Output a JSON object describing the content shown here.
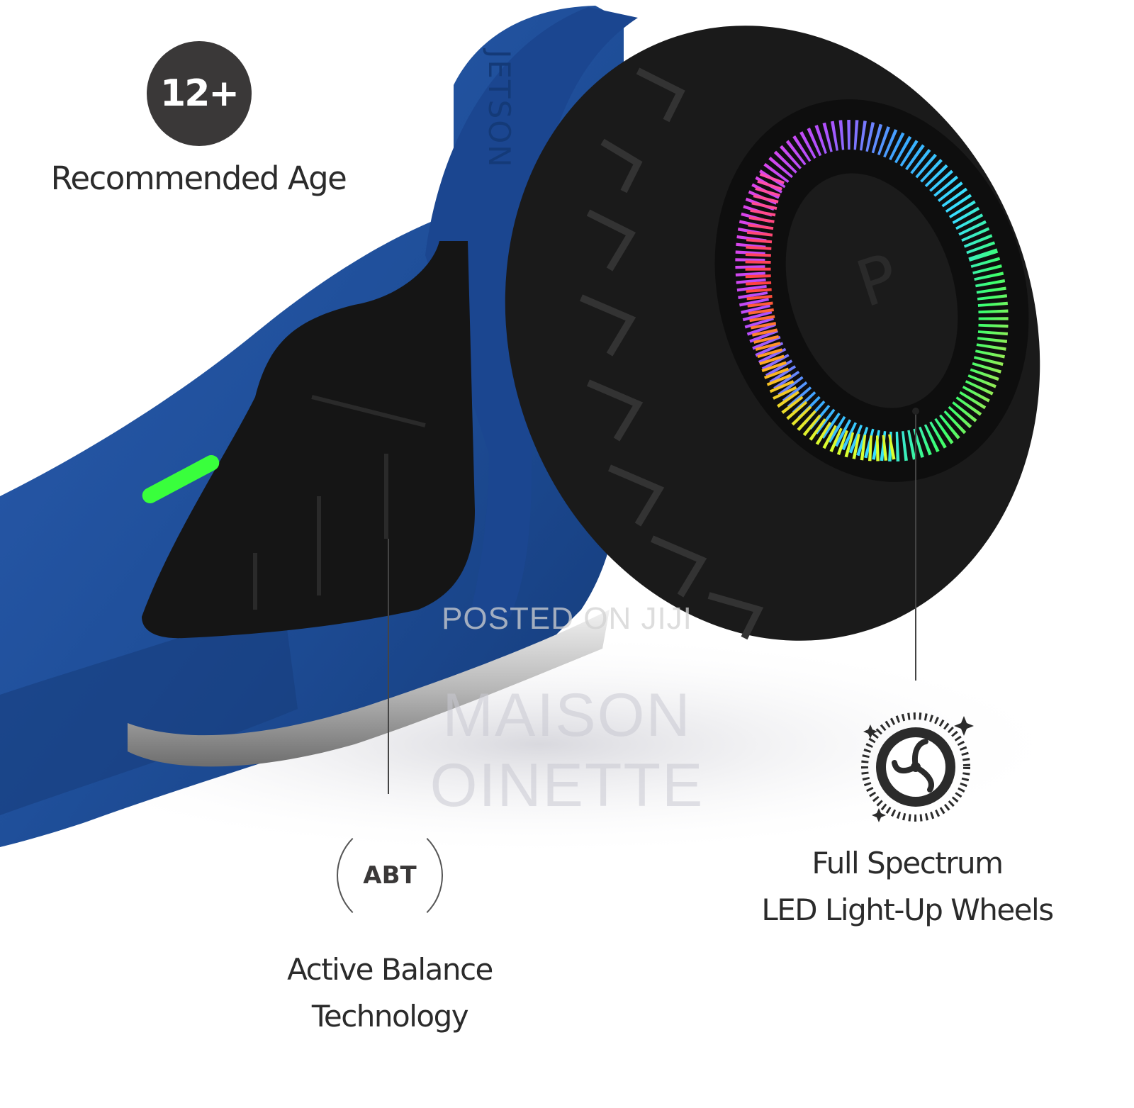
{
  "badge": {
    "age": "12+",
    "caption": "Recommended Age"
  },
  "abt": {
    "icon_text": "ABT",
    "caption_line1": "Active Balance",
    "caption_line2": "Technology"
  },
  "led": {
    "caption_line1": "Full Spectrum",
    "caption_line2": "LED Light-Up Wheels"
  },
  "hoverboard": {
    "brand_text": "JETSON",
    "hub_letter": "P"
  },
  "watermark": {
    "line1": "POSTED ON JIJI",
    "line2": "MAISON OINETTE"
  },
  "colors": {
    "body_blue": "#1f4f9a",
    "body_dark_blue": "#173e7d",
    "pad_black": "#151515",
    "tire_black": "#1a1a1a",
    "badge_dark": "#3a3838",
    "power_led": "#39ff3c"
  }
}
